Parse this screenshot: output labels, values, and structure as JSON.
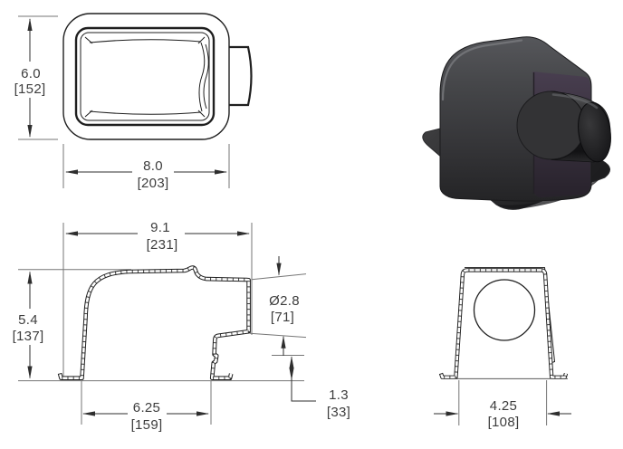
{
  "page": {
    "background": "#ffffff"
  },
  "views": {
    "top": {
      "height": {
        "in": "6.0",
        "mm": "[152]"
      },
      "width": {
        "in": "8.0",
        "mm": "[203]"
      }
    },
    "side": {
      "length": {
        "in": "9.1",
        "mm": "[231]"
      },
      "height": {
        "in": "5.4",
        "mm": "[137]"
      },
      "port_dia": {
        "in": "Ø2.8",
        "mm": "[71]"
      },
      "port_lip": {
        "in": "1.3",
        "mm": "[33]"
      },
      "base": {
        "in": "6.25",
        "mm": "[159]"
      }
    },
    "front": {
      "width": {
        "in": "4.25",
        "mm": "[108]"
      }
    }
  },
  "render3d": {
    "body_color": "#3d3e41",
    "face_color": "#483e4f",
    "cylinder_color": "#1d1d1f",
    "base_color": "#2a2a2c"
  }
}
